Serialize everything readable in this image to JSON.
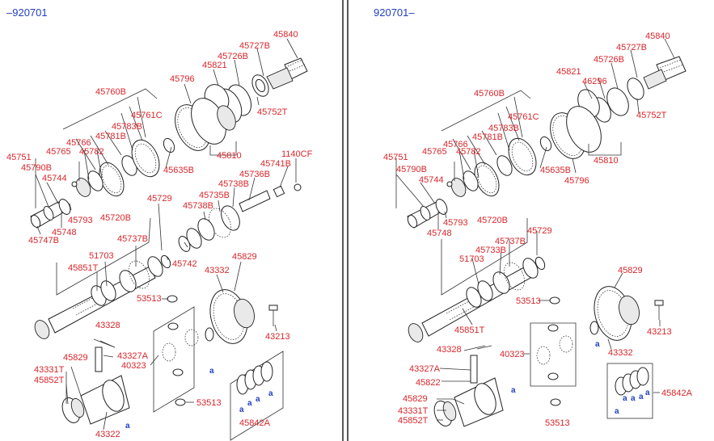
{
  "panels": {
    "left": {
      "serial_range": "–920701",
      "part_numbers": {
        "p45840": "45840",
        "p45727B": "45727B",
        "p45726B": "45726B",
        "p45821": "45821",
        "p45796": "45796",
        "p45752T": "45752T",
        "p45760B": "45760B",
        "p45761C": "45761C",
        "p45783B": "45783B",
        "p45781B": "45781B",
        "p45766": "45766",
        "p45765": "45765",
        "p45782": "45782",
        "p45810": "45810",
        "p45635B": "45635B",
        "p1140CF": "1140CF",
        "p45741B": "45741B",
        "p45736B": "45736B",
        "p45738B": "45738B",
        "p45735B": "45735B",
        "p45738B_2": "45738B",
        "p45751": "45751",
        "p45790B": "45790B",
        "p45744": "45744",
        "p45793": "45793",
        "p45748": "45748",
        "p45747B": "45747B",
        "p45729": "45729",
        "p45720B": "45720B",
        "p45737B": "45737B",
        "p45742": "45742",
        "p51703": "51703",
        "p45851T": "45851T",
        "p43332": "43332",
        "p45829_top": "45829",
        "p53513_a": "53513",
        "p43328": "43328",
        "p43327A": "43327A",
        "p45829_bot": "45829",
        "p40323": "40323",
        "p43331T": "43331T",
        "p45852T": "45852T",
        "p43213": "43213",
        "p53513_b": "53513",
        "p45842A": "45842A",
        "p43322": "43322"
      },
      "markers": [
        "a",
        "a",
        "a",
        "a",
        "a",
        "a"
      ]
    },
    "right": {
      "serial_range": "920701–",
      "part_numbers": {
        "p45840": "45840",
        "p45727B": "45727B",
        "p45726B": "45726B",
        "p45821": "45821",
        "p46296": "46296",
        "p45752T": "45752T",
        "p45760B": "45760B",
        "p45761C": "45761C",
        "p45783B": "45783B",
        "p45781B": "45781B",
        "p45766": "45766",
        "p45765": "45765",
        "p45782": "45782",
        "p45810": "45810",
        "p45635B": "45635B",
        "p45796": "45796",
        "p45751": "45751",
        "p45790B": "45790B",
        "p45744": "45744",
        "p45793": "45793",
        "p45748": "45748",
        "p45720B": "45720B",
        "p45729": "45729",
        "p45737B": "45737B",
        "p45733B": "45733B",
        "p51703": "51703",
        "p45829_top": "45829",
        "p53513_a": "53513",
        "p45851T": "45851T",
        "p43213": "43213",
        "p43332": "43332",
        "p43328": "43328",
        "p40323": "40323",
        "p43327A": "43327A",
        "p45822": "45822",
        "p45829_bot": "45829",
        "p43331T": "43331T",
        "p45852T": "45852T",
        "p45842A": "45842A",
        "p53513_b": "53513"
      },
      "markers": [
        "a",
        "a",
        "a",
        "a",
        "a",
        "a",
        "a"
      ]
    }
  },
  "colors": {
    "label": "#d8262b",
    "serial": "#1f3fbf",
    "line": "#333333",
    "divider": "#222222"
  }
}
